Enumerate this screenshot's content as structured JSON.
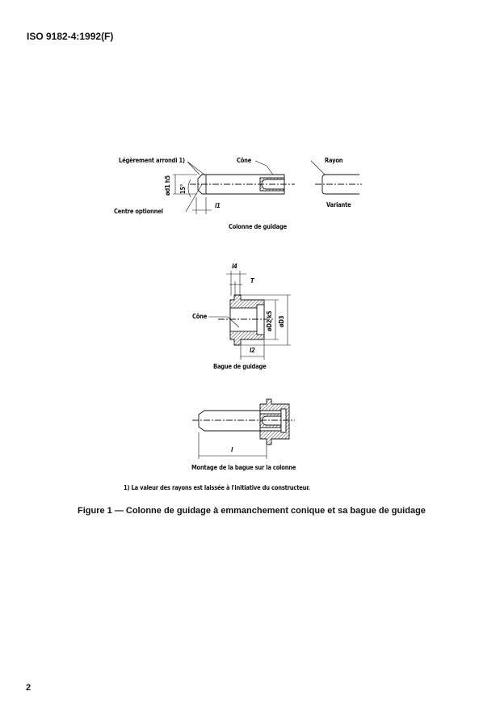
{
  "header": {
    "standard": "ISO 9182-4:1992(F)"
  },
  "figure": {
    "guide_pillar": {
      "label_rounded": "Légèrement arrondi 1)",
      "label_cone": "Cône",
      "label_radius": "Rayon",
      "label_diameter": "ød1 h5",
      "label_angle": "15°",
      "label_center": "Centre optionnel",
      "label_l1": "l1",
      "label_variant": "Variante",
      "title": "Colonne de guidage"
    },
    "guide_bush": {
      "label_l4": "l4",
      "label_T": "T",
      "label_cone": "Cône",
      "label_D2": "øD2 k5",
      "label_D3": "øD3",
      "label_l2": "l2",
      "title": "Bague de guidage"
    },
    "assembly": {
      "label_l": "l",
      "title": "Montage de la bague sur la colonne"
    },
    "footnote": "1) La valeur des rayons est laissée à l'initiative du constructeur.",
    "caption": "Figure 1 — Colonne de guidage à emmanchement conique et sa bague de guidage"
  },
  "page_number": "2"
}
